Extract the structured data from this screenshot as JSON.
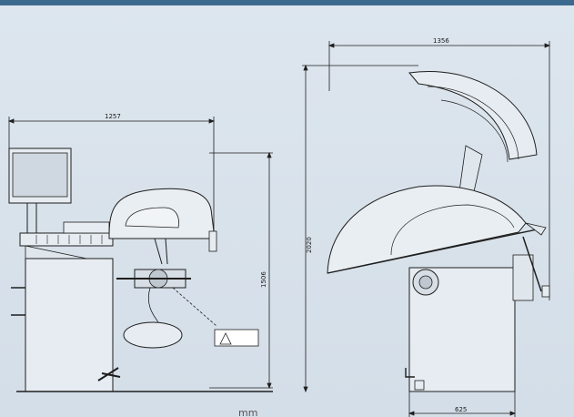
{
  "dimensions": {
    "front_width": "1257",
    "front_height": "1506",
    "side_width": "1356",
    "side_height": "2020",
    "base_width": "625"
  },
  "units": "mm"
}
